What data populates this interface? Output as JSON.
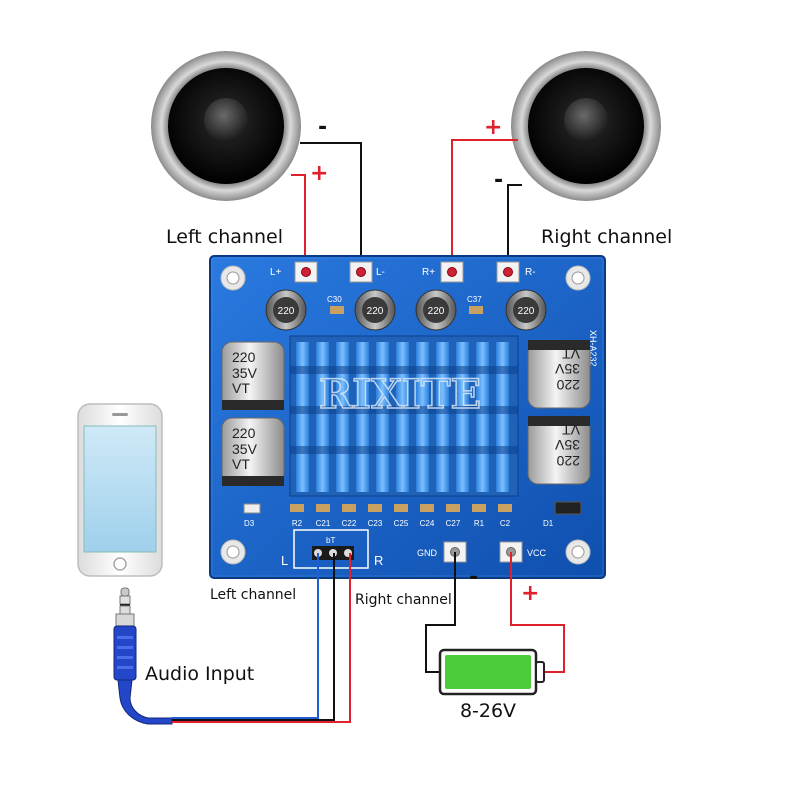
{
  "labels": {
    "left_speaker": "Left channel",
    "right_speaker": "Right channel",
    "audio_left": "Left channel",
    "audio_right": "Right channel",
    "audio_input": "Audio Input",
    "battery_voltage": "8-26V"
  },
  "polarity": {
    "left_minus": "-",
    "left_plus": "+",
    "right_plus": "+",
    "right_minus": "-",
    "power_minus": "-",
    "power_plus": "+"
  },
  "board": {
    "watermark": "RIXITE",
    "model": "XH-A232",
    "terminals": {
      "l_plus": "L+",
      "l_minus": "L-",
      "r_plus": "R+",
      "r_minus": "R-",
      "gnd": "GND",
      "vcc": "VCC"
    },
    "input_header": {
      "l": "L",
      "r": "R",
      "bt": "bT"
    },
    "inductor_value": "220",
    "cap_top": {
      "c30": "C30",
      "c37": "C37"
    },
    "electrolytic": {
      "value": "220",
      "voltage": "35V",
      "series": "VT"
    },
    "bottom_row": [
      "R2",
      "C21",
      "C22",
      "C23",
      "C25",
      "C24",
      "C27",
      "R1",
      "C2"
    ],
    "d3": "D3",
    "d1": "D1"
  },
  "colors": {
    "board": "#1a66c8",
    "board_dark": "#0d3f8c",
    "heatsink": "#3d8fe0",
    "wire_red": "#e0202a",
    "wire_black": "#111111",
    "wire_blue": "#1e5fd8",
    "battery_green": "#4ccc3a"
  }
}
